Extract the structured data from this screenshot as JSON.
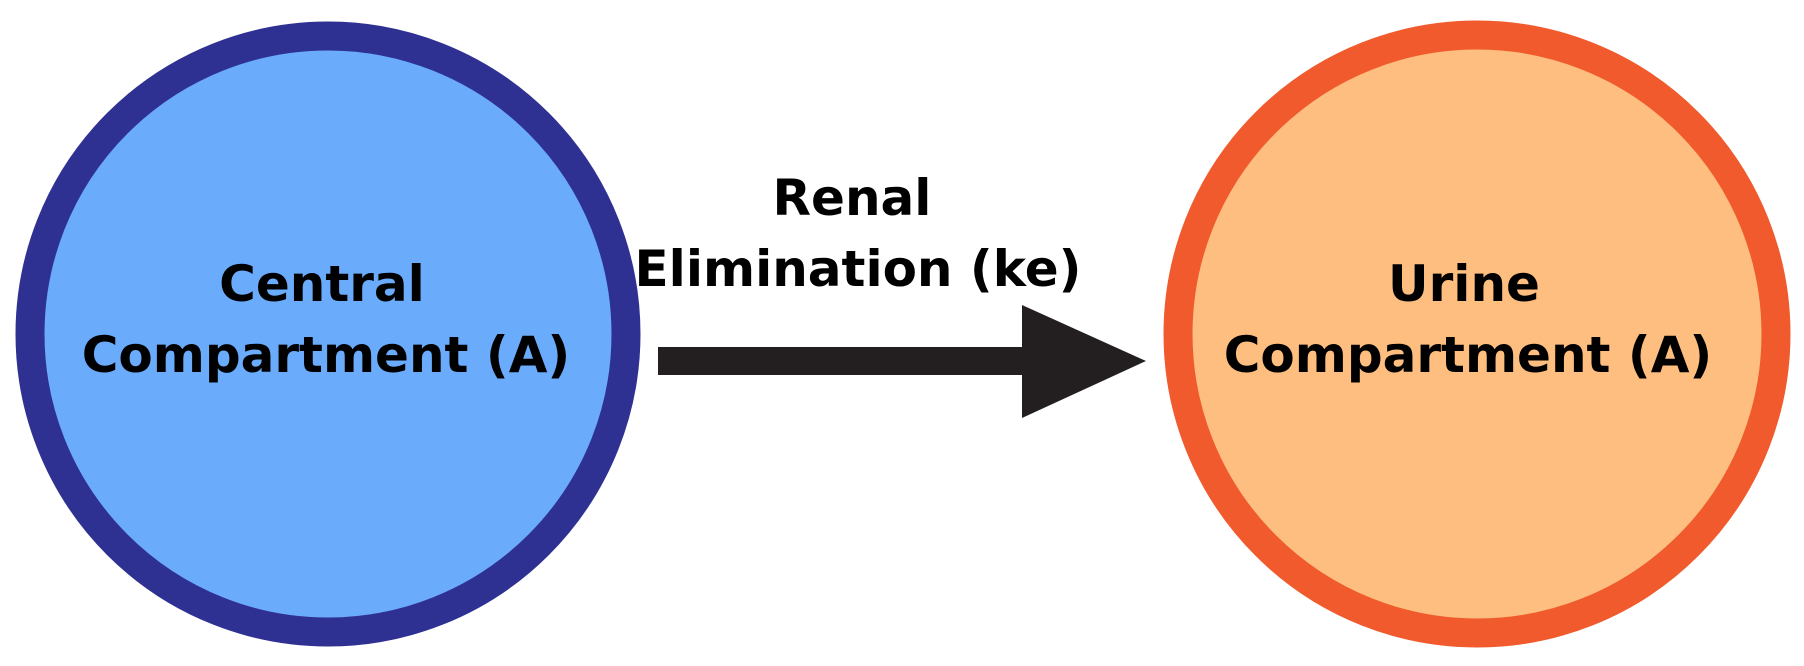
{
  "diagram": {
    "type": "pharmacokinetic-compartment-model",
    "nodes": [
      {
        "id": "central",
        "label_lines": [
          "Central",
          "Compartment (A)"
        ],
        "fill": "#6AABFC",
        "stroke": "#2E3192"
      },
      {
        "id": "urine",
        "label_lines": [
          "Urine",
          "Compartment (A)"
        ],
        "fill": "#FEBE7F",
        "stroke": "#F05A2C"
      }
    ],
    "edges": [
      {
        "from": "central",
        "to": "urine",
        "label_lines": [
          "Renal",
          "Elimination (ke)"
        ],
        "color": "#231F20"
      }
    ]
  }
}
